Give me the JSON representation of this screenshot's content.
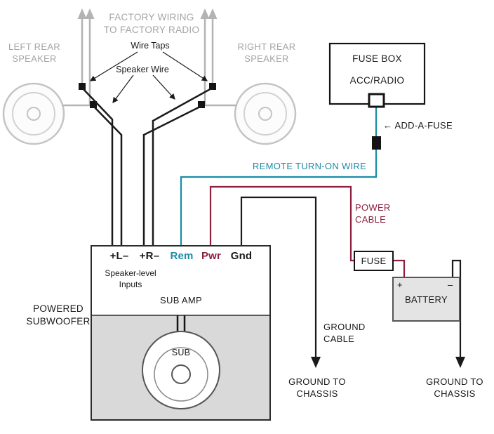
{
  "colors": {
    "factory_gray": "#a5a5a5",
    "wire_black": "#1a1a1a",
    "remote_teal": "#1b8ca7",
    "power_red": "#8e1f3e",
    "amp_fill_gray": "#d9d9d9",
    "battery_fill": "#e4e4e4"
  },
  "factory": {
    "left_speaker_lines": [
      "LEFT REAR",
      "SPEAKER"
    ],
    "right_speaker_lines": [
      "RIGHT REAR",
      "SPEAKER"
    ],
    "factory_wiring_lines": [
      "FACTORY WIRING",
      "TO FACTORY RADIO"
    ],
    "wire_taps": "Wire Taps",
    "speaker_wire": "Speaker Wire"
  },
  "fuse_box": {
    "title": "FUSE BOX",
    "circuit": "ACC/RADIO",
    "add_a_fuse": "← ADD-A-FUSE"
  },
  "wires": {
    "remote": "REMOTE TURN-ON WIRE",
    "power_lines": [
      "POWER",
      "CABLE"
    ],
    "ground_lines": [
      "GROUND",
      "CABLE"
    ],
    "ground_chassis_left_lines": [
      "GROUND TO",
      "CHASSIS"
    ],
    "ground_chassis_right_lines": [
      "GROUND TO",
      "CHASSIS"
    ]
  },
  "amp": {
    "terminals": [
      {
        "label": "+L–",
        "color": "#1a1a1a"
      },
      {
        "label": "+R–",
        "color": "#1a1a1a"
      },
      {
        "label": "Rem",
        "color": "#1b8ca7"
      },
      {
        "label": "Pwr",
        "color": "#8e1f3e"
      },
      {
        "label": "Gnd",
        "color": "#1a1a1a"
      }
    ],
    "speaker_level_lines": [
      "Speaker-level",
      "Inputs"
    ],
    "name": "SUB AMP",
    "powered_subwoofer_lines": [
      "POWERED",
      "SUBWOOFER"
    ],
    "sub": "SUB"
  },
  "power_side": {
    "fuse": "FUSE",
    "battery": "BATTERY",
    "plus": "+",
    "minus": "–"
  }
}
